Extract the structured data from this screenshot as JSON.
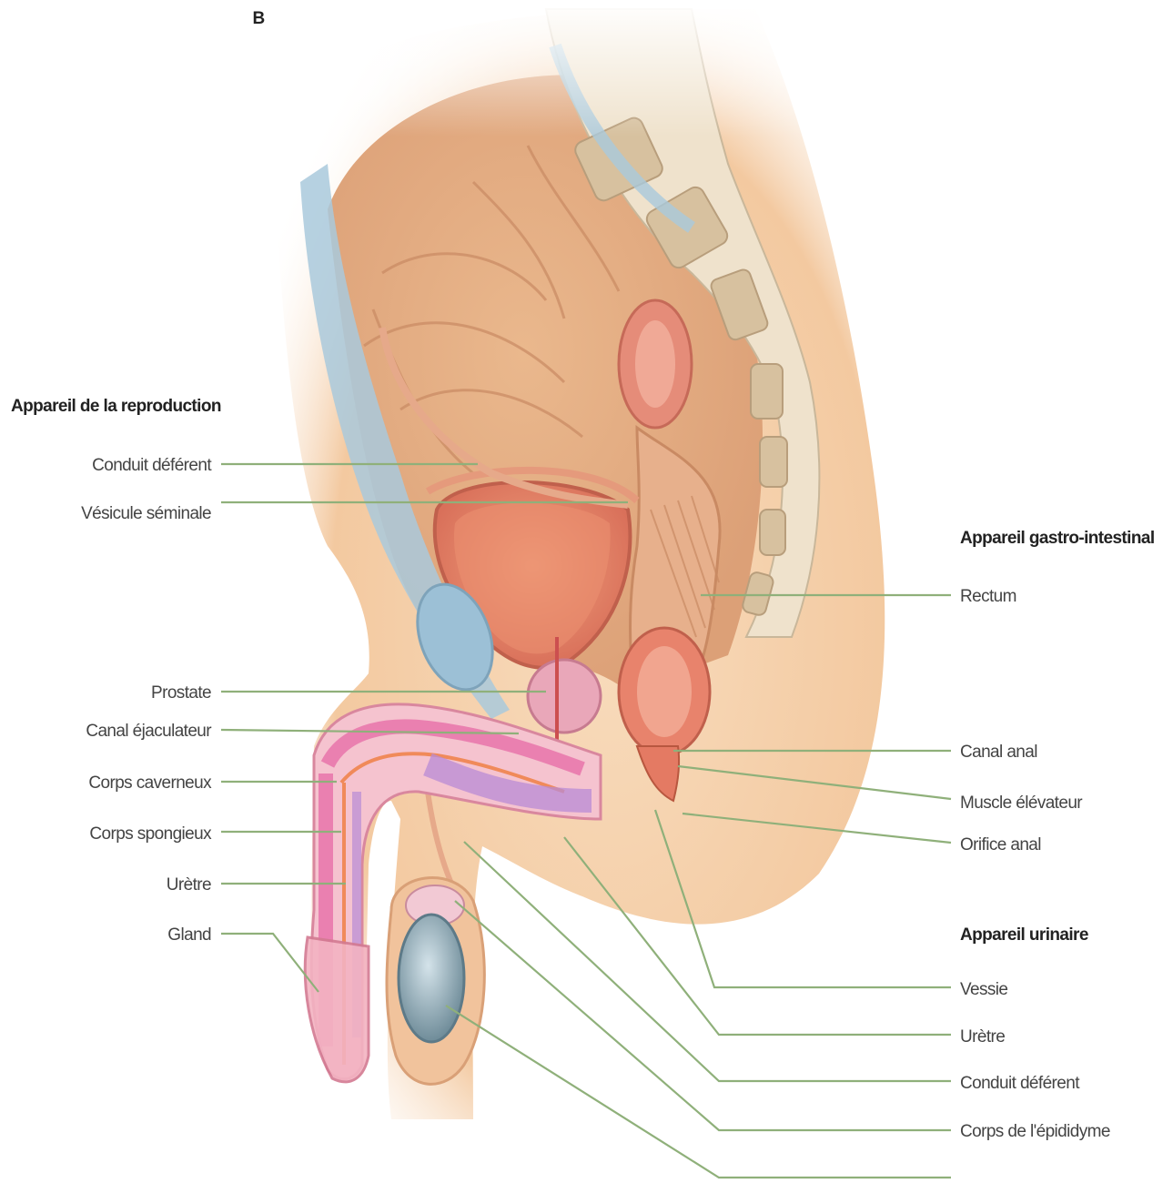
{
  "figure_letter": "B",
  "reproduction": {
    "header": "Appareil de la reproduction",
    "labels": [
      "Conduit déférent",
      "Vésicule séminale",
      "Prostate",
      "Canal éjaculateur",
      "Corps caverneux",
      "Corps spongieux",
      "Urètre",
      "Gland"
    ]
  },
  "gastro": {
    "header": "Appareil gastro-intestinal",
    "labels": [
      "Rectum",
      "Canal anal",
      "Muscle élévateur",
      "Orifice anal"
    ]
  },
  "urinary": {
    "header": "Appareil urinaire",
    "labels": [
      "Vessie",
      "Urètre",
      "Conduit déférent",
      "Corps de l'épididyme"
    ]
  },
  "colors": {
    "skin": "#f6d2aa",
    "skin_dark": "#e9b58a",
    "mucosa": "#e8836c",
    "bone": "#efe2cc",
    "blue": "#a9c9dc",
    "spongy": "#c99ad8",
    "leader": "#8fb07a"
  }
}
